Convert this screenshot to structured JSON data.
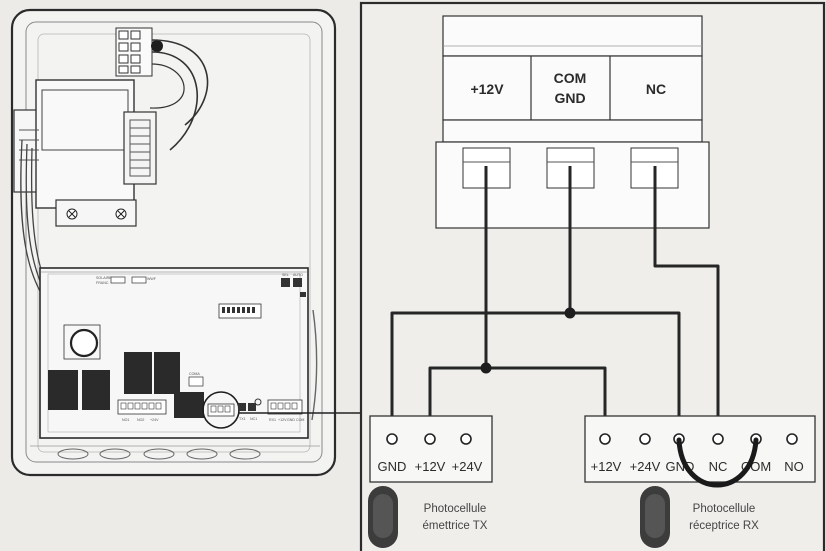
{
  "terminal_block": {
    "labels": [
      "+12V",
      "COM",
      "GND",
      "NC"
    ]
  },
  "transmitter": {
    "pins": [
      "GND",
      "+12V",
      "+24V"
    ],
    "caption_line1": "Photocellule",
    "caption_line2": "émettrice TX"
  },
  "receiver": {
    "pins": [
      "+12V",
      "+24V",
      "GND",
      "NC",
      "COM",
      "NO"
    ],
    "caption_line1": "Photocellule",
    "caption_line2": "réceptrice RX"
  },
  "board": {
    "silk_labels": [
      "SOLAIRE",
      "FRANC.",
      "WWF",
      "SEL",
      "AUTO",
      "COMA",
      "NO1",
      "NO2",
      "+24V",
      "TX1",
      "NC1",
      "RX1",
      "+12V",
      "GND",
      "COM"
    ]
  },
  "colors": {
    "ink": "#2b2b2b",
    "paper": "#ecebe8",
    "wire": "#262626"
  }
}
